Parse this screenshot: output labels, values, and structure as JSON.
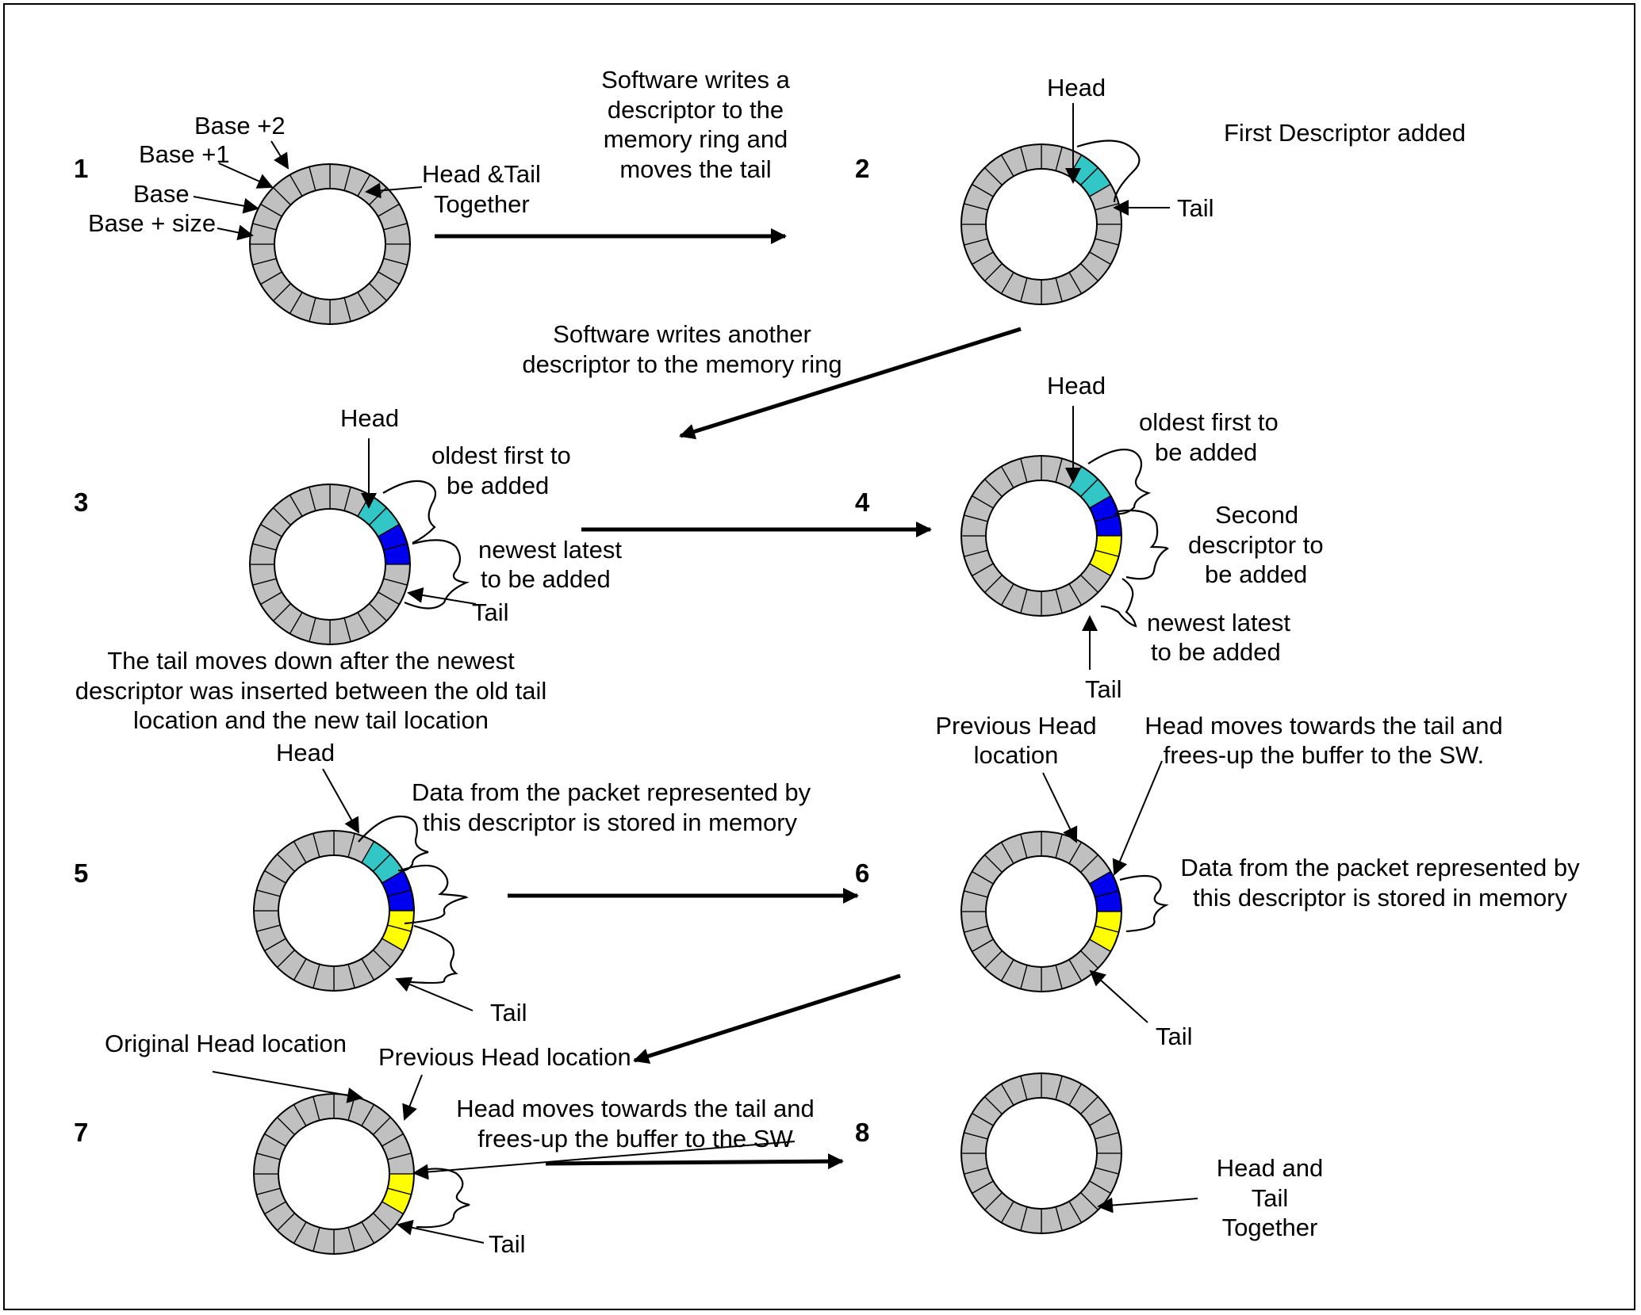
{
  "colors": {
    "empty_slot": "#c0c0c0",
    "oldest_descriptor": "#33c6c6",
    "second_descriptor": "#0000ee",
    "newest_descriptor": "#ffff00",
    "outline": "#000000"
  },
  "steps": [
    "1",
    "2",
    "3",
    "4",
    "5",
    "6",
    "7",
    "8"
  ],
  "labels": {
    "s1_base_plus_2": "Base +2",
    "s1_base_plus_1": "Base +1",
    "s1_base": "Base",
    "s1_base_plus_size": "Base + size",
    "s1_head_tail_1": "Head &Tail",
    "s1_head_tail_2": "Together",
    "t12_1": "Software writes a",
    "t12_2": "descriptor to the",
    "t12_3": "memory ring and",
    "t12_4": "moves the tail",
    "s2_head": "Head",
    "s2_title": "First Descriptor added",
    "s2_tail": "Tail",
    "t23_1": "Software writes another",
    "t23_2": "descriptor to the memory ring",
    "s3_head": "Head",
    "s3_oldest_1": "oldest first to",
    "s3_oldest_2": "be added",
    "s3_newest_1": "newest latest",
    "s3_newest_2": "to be added",
    "s3_tail": "Tail",
    "s3_note_1": "The tail moves down after the newest",
    "s3_note_2": "descriptor was inserted between the old tail",
    "s3_note_3": "location and the new tail location",
    "s4_head": "Head",
    "s4_oldest_1": "oldest first to",
    "s4_oldest_2": "be added",
    "s4_second_1": "Second",
    "s4_second_2": "descriptor to",
    "s4_second_3": "be added",
    "s4_newest_1": "newest latest",
    "s4_newest_2": "to be added",
    "s4_tail": "Tail",
    "s5_head": "Head",
    "s5_data_1": "Data from the packet represented by",
    "s5_data_2": "this descriptor is stored in memory",
    "s5_tail": "Tail",
    "s6_prev_head_1": "Previous Head",
    "s6_prev_head_2": "location",
    "s6_moves_1": "Head moves towards the tail and",
    "s6_moves_2": "frees-up the buffer to the SW.",
    "s6_data_1": "Data from the packet represented by",
    "s6_data_2": "this descriptor is stored in memory",
    "s6_tail": "Tail",
    "s7_orig_head": "Original Head location",
    "s7_prev_head": "Previous Head location",
    "s7_moves_1": "Head moves towards the tail and",
    "s7_moves_2": "frees-up the buffer to the SW",
    "s7_tail": "Tail",
    "s8_ht_1": "Head and",
    "s8_ht_2": "Tail",
    "s8_ht_3": "Together"
  }
}
